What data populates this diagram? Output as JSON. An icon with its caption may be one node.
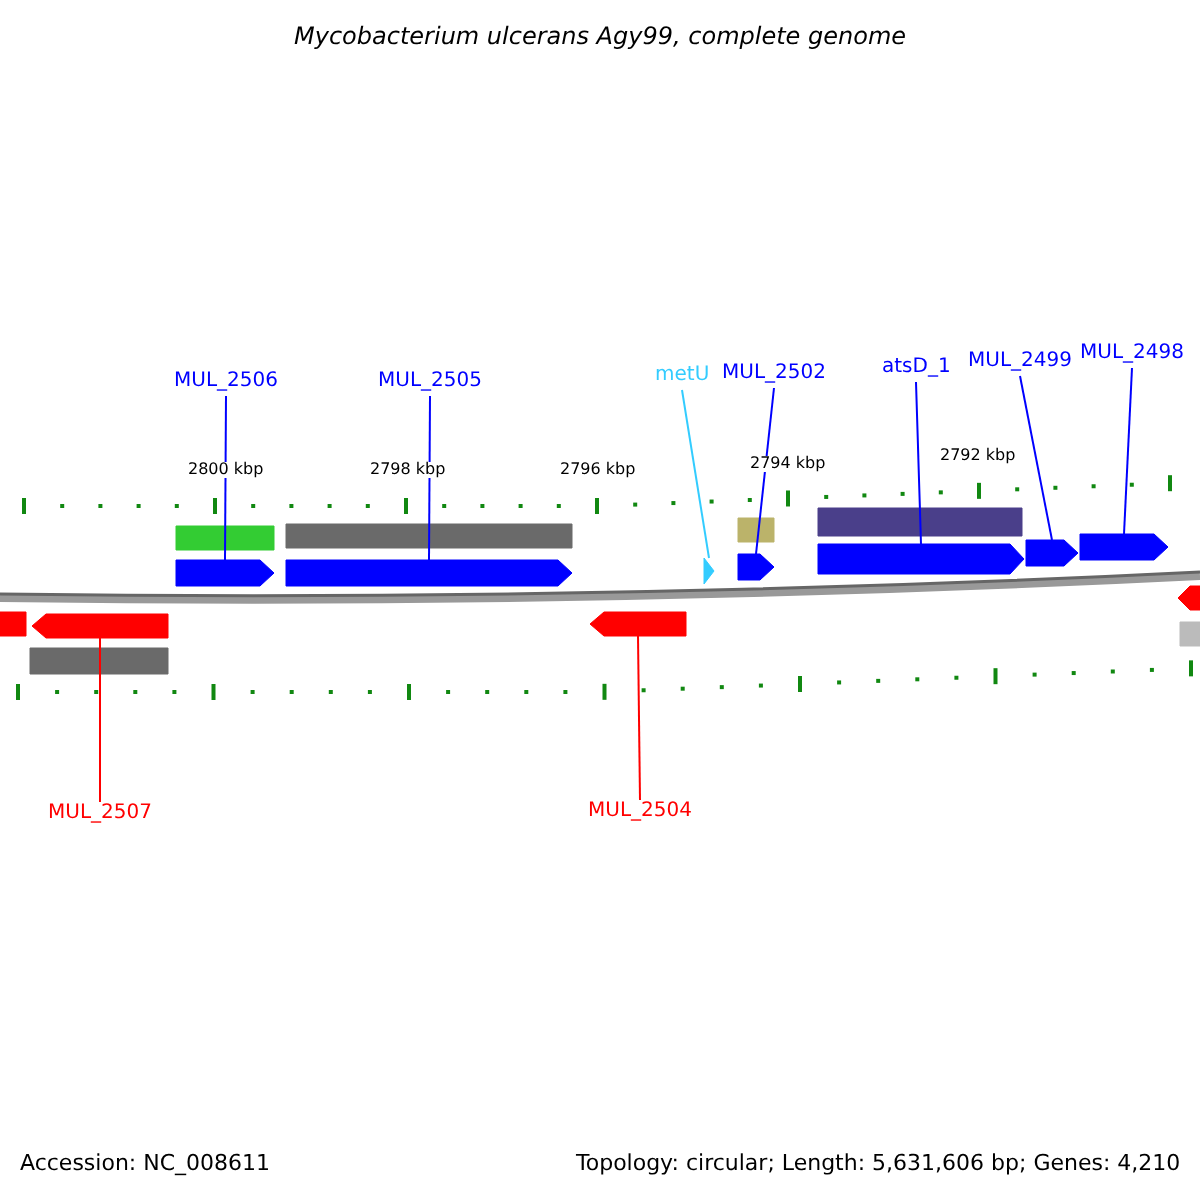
{
  "diagram": {
    "title": "Mycobacterium ulcerans Agy99, complete genome",
    "nodes": [
      {
        "text": [
          "MUL_2506"
        ]
      },
      {
        "text": [
          "MUL_2505"
        ]
      },
      {
        "text": [
          "metU"
        ]
      },
      {
        "text": [
          "MUL_2502"
        ]
      },
      {
        "text": [
          "atsD_1"
        ]
      },
      {
        "text": [
          "MUL_2499"
        ]
      },
      {
        "text": [
          "MUL_2498"
        ]
      },
      {
        "text": [],
        "shape": "arrow"
      },
      {
        "text": [],
        "shape": "arrow"
      },
      {
        "text": [],
        "shape": "arrow"
      },
      {
        "text": [],
        "shape": "arrow"
      },
      {
        "text": [],
        "shape": "arrow"
      },
      {
        "text": [],
        "shape": "arrow"
      },
      {
        "text": [],
        "shape": "arrow"
      },
      {
        "text": [],
        "shape": "arrow"
      },
      {
        "text": [],
        "shape": "arrow"
      },
      {
        "text": [
          "MUL_2507"
        ]
      },
      {
        "text": [
          "MUL_2504"
        ]
      },
      {
        "text": [],
        "shape": "bar"
      },
      {
        "text": [],
        "shape": "bar"
      },
      {
        "text": [],
        "shape": "bar"
      },
      {
        "text": [],
        "shape": "bar"
      },
      {
        "text": [],
        "shape": "bar"
      },
      {
        "text": [],
        "shape": "arrow"
      },
      {
        "text": [],
        "shape": "bar"
      },
      {
        "text": [],
        "shape": "bar"
      }
    ],
    "edges": [
      {
        "from": 0,
        "to": 7,
        "arrow": "none",
        "color": "#0000ff"
      },
      {
        "from": 1,
        "to": 8,
        "arrow": "none",
        "color": "#0000ff"
      },
      {
        "from": 2,
        "to": 9,
        "arrow": "none",
        "color": "#33ccff"
      },
      {
        "from": 3,
        "to": 10,
        "arrow": "none",
        "color": "#0000ff"
      },
      {
        "from": 4,
        "to": 11,
        "arrow": "none",
        "color": "#0000ff"
      },
      {
        "from": 5,
        "to": 12,
        "arrow": "none",
        "color": "#0000ff"
      },
      {
        "from": 6,
        "to": 13,
        "arrow": "none",
        "color": "#0000ff"
      },
      {
        "from": 16,
        "to": 14,
        "arrow": "none",
        "color": "#ff0000"
      },
      {
        "from": 17,
        "to": 15,
        "arrow": "none",
        "color": "#ff0000"
      }
    ],
    "labels": [
      "2800 kbp",
      "2798 kbp",
      "2796 kbp",
      "2794 kbp",
      "2792 kbp",
      "Accession: NC_008611",
      "Topology: circular; Length: 5,631,606 bp; Genes: 4,210"
    ]
  }
}
